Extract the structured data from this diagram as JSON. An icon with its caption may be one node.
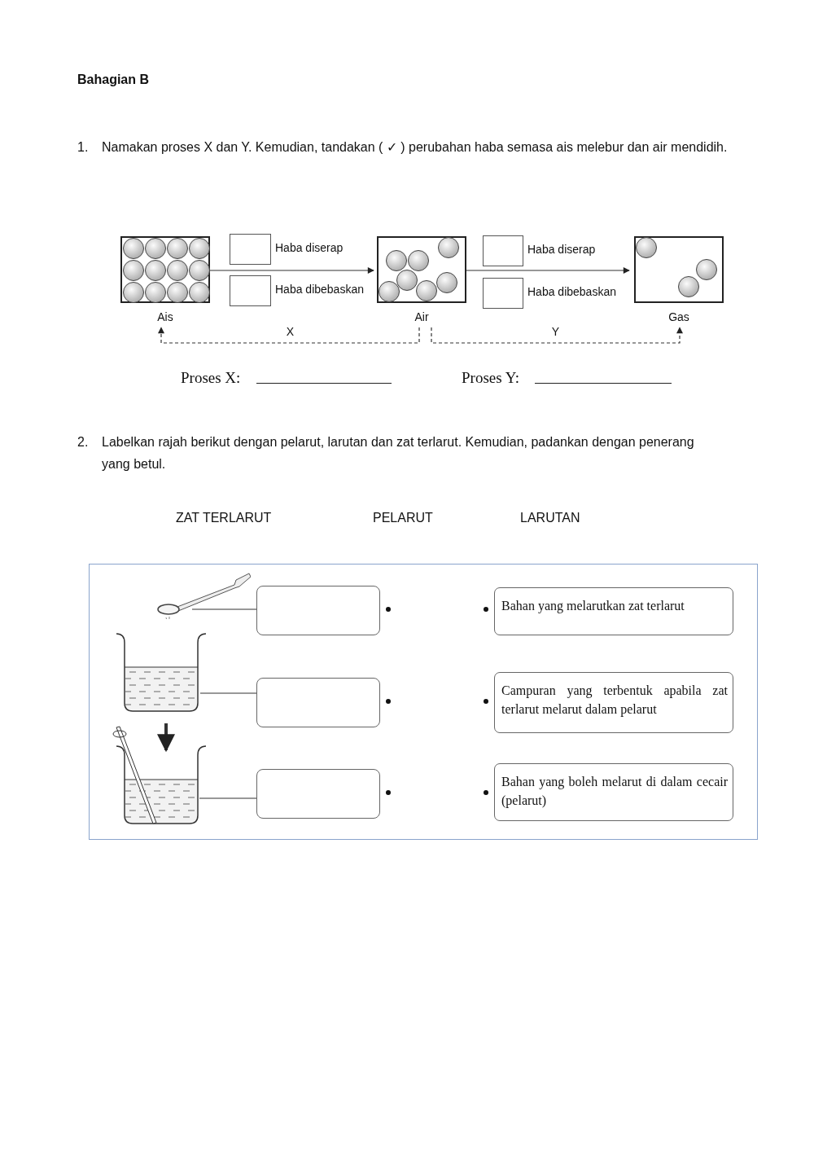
{
  "diagram": {
    "title": "Bahagian B",
    "nodes": [
      {
        "text": [
          "Ais"
        ]
      },
      {
        "text": [],
        "shape": "box",
        "beside": [
          "Haba diserap"
        ]
      },
      {
        "text": [],
        "shape": "box",
        "beside": [
          "Haba dibebaskan"
        ]
      },
      {
        "text": [
          "Air"
        ]
      },
      {
        "text": [],
        "shape": "box",
        "beside": [
          "Haba diserap"
        ]
      },
      {
        "text": [],
        "shape": "box",
        "beside": [
          "Haba dibebaskan"
        ]
      },
      {
        "text": [
          "Gas"
        ]
      },
      {
        "text": [],
        "shape": "picture"
      },
      {
        "text": [],
        "shape": "box"
      },
      {
        "text": [
          "Bahan yang melarutkan zat terlarut"
        ]
      },
      {
        "text": [],
        "shape": "picture"
      },
      {
        "text": [],
        "shape": "box"
      },
      {
        "text": [
          "Campuran yang terbentuk apabila zat terlarut melarut dalam pelarut"
        ]
      },
      {
        "text": [],
        "shape": "picture"
      },
      {
        "text": [],
        "shape": "box"
      },
      {
        "text": [
          "Bahan yang boleh melarut di dalam cecair (pelarut)"
        ]
      }
    ],
    "edges": [
      {
        "from": 0,
        "to": 3,
        "arrow": "to"
      },
      {
        "from": 3,
        "to": 6,
        "arrow": "to"
      },
      {
        "from": 3,
        "to": 0,
        "arrow": "to",
        "style": "dashed",
        "label": "X"
      },
      {
        "from": 3,
        "to": 6,
        "arrow": "to",
        "style": "dashed",
        "label": "Y"
      },
      {
        "from": 7,
        "to": 8,
        "arrow": "none"
      },
      {
        "from": 10,
        "to": 11,
        "arrow": "none"
      },
      {
        "from": 13,
        "to": 14,
        "arrow": "none"
      },
      {
        "from": 10,
        "to": 13,
        "arrow": "to",
        "style": "thick"
      }
    ],
    "labels": [
      "1.",
      "Namakan proses X dan Y. Kemudian, tandakan ( ✓ ) perubahan haba semasa ais melebur dan air mendidih.",
      "Proses X:",
      "Proses Y:",
      "2.",
      "Labelkan rajah berikut dengan pelarut, larutan dan zat terlarut. Kemudian, padankan dengan penerang yang betul.",
      "ZAT TERLARUT",
      "PELARUT",
      "LARUTAN"
    ]
  }
}
